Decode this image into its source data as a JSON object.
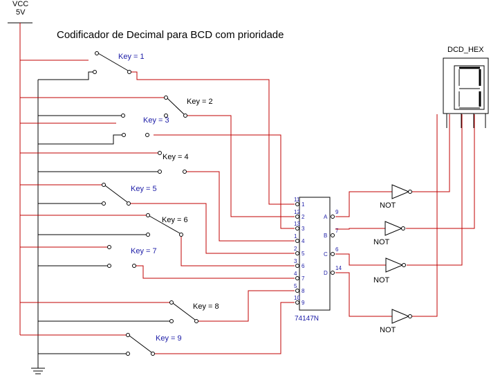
{
  "title": "Codificador de Decimal para BCD com prioridade",
  "vcc": {
    "name": "VCC",
    "value": "5V"
  },
  "display": {
    "name": "DCD_HEX"
  },
  "ic": {
    "name": "74147N",
    "inputs": [
      "1",
      "2",
      "3",
      "4",
      "5",
      "6",
      "7",
      "8",
      "9"
    ],
    "input_pins": [
      "11",
      "12",
      "13",
      "1",
      "2",
      "3",
      "4",
      "5",
      "10"
    ],
    "outputs": [
      "A",
      "B",
      "C",
      "D"
    ],
    "output_pins": [
      "9",
      "7",
      "6",
      "14"
    ]
  },
  "gates": [
    "NOT",
    "NOT",
    "NOT",
    "NOT"
  ],
  "keys": [
    "Key = 1",
    "Key = 2",
    "Key = 3",
    "Key = 4",
    "Key = 5",
    "Key = 6",
    "Key = 7",
    "Key = 8",
    "Key = 9"
  ],
  "colors": {
    "wire_hot": "#c00000",
    "wire_ground": "#000000",
    "label_blue": "#1a1aa6"
  }
}
